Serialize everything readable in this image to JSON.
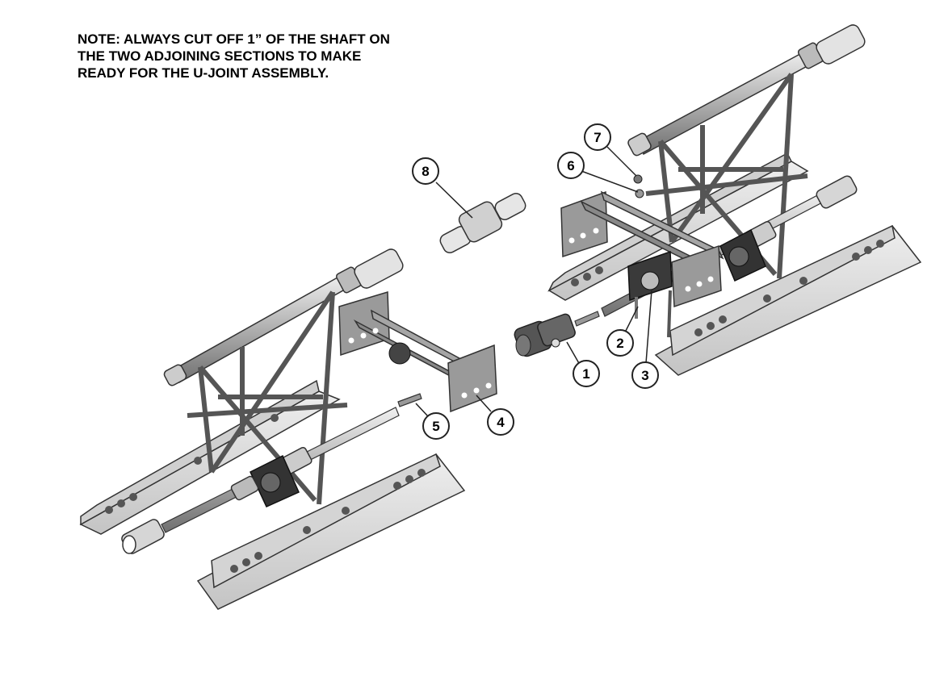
{
  "note": {
    "lines": [
      "NOTE:  ALWAYS CUT OFF 1” OF THE SHAFT ON",
      "THE TWO ADJOINING SECTIONS TO MAKE",
      "READY FOR THE U-JOINT ASSEMBLY."
    ]
  },
  "callouts": [
    {
      "id": "1",
      "label": "1"
    },
    {
      "id": "2",
      "label": "2"
    },
    {
      "id": "3",
      "label": "3"
    },
    {
      "id": "4",
      "label": "4"
    },
    {
      "id": "5",
      "label": "5"
    },
    {
      "id": "6",
      "label": "6"
    },
    {
      "id": "7",
      "label": "7"
    },
    {
      "id": "8",
      "label": "8"
    }
  ],
  "colors": {
    "line": "#222222",
    "part_light": "#d9d9d9",
    "part_mid": "#9a9a9a",
    "part_dark": "#555555"
  }
}
